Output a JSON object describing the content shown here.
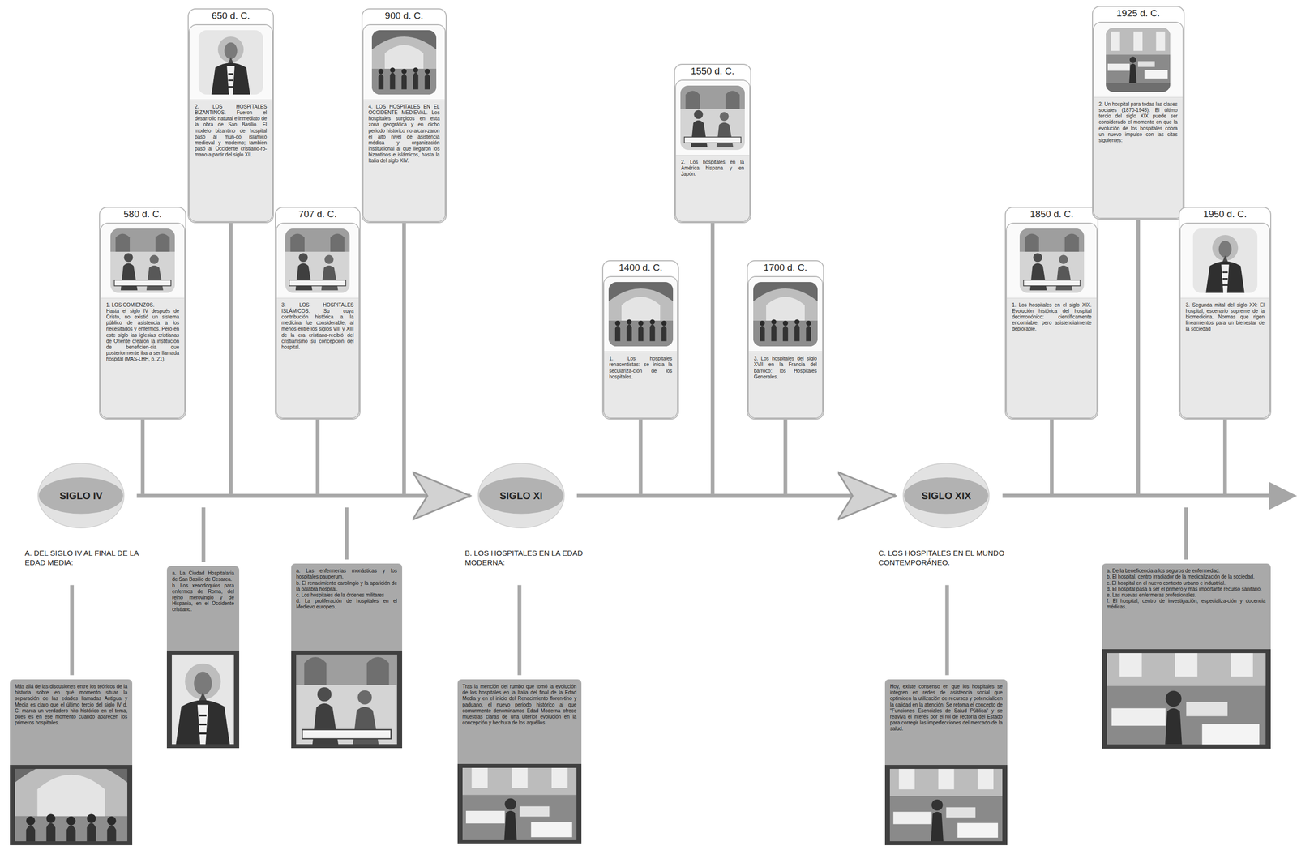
{
  "diagram": {
    "nodes": [
      {
        "text": [
          "580 d. C.",
          "1. LOS COMIENZOS.",
          "Hasta el siglo IV después de Cristo, no existió un sistema público de asistencia a los necesitados y enfermos. Pero en este siglo las iglesias cristianas de Oriente crearon la institución de beneficien-cia que posteriormente iba a ser llamada hospital (MAS-LHH, p. 21)."
        ]
      },
      {
        "text": [
          "650 d. C.",
          "2. LOS HOSPITALES BIZANTINOS. Fueron el desarrollo natural e inmediato de la obra de San Basilio. El modelo bizantino de hospital pasó al mun-do islámico medieval y moderno; también pasó al Occidente cristiano-ro-mano a partir del siglo XII."
        ]
      },
      {
        "text": [
          "707 d. C.",
          "3. LOS HOSPITALES ISLÁMICOS. Su cuya contribución histórica a la medicina fue considerable, al menos entre los siglos VIII y XIII de la era cristiana-recibió del cristianismo su concepción del hospital."
        ]
      },
      {
        "text": [
          "900 d. C.",
          "4. LOS HOSPITALES EN EL OCCIDENTE MEDIEVAL. Los hospitales surgidos en esta zona geográfica y en dicho periodo histórico no alcan-zaron el alto nivel de asistencia médica y organización institucional al que llegaron los bizantinos e islámicos, hasta la Italia del siglo XIV."
        ]
      },
      {
        "text": [
          "1400 d. C.",
          "1. Los hospitales renacentistas: se inicia la seculariza-ción de los hospitales."
        ]
      },
      {
        "text": [
          "1550 d. C.",
          "2. Los hospitales en la América hispana y en Japón."
        ]
      },
      {
        "text": [
          "1700 d. C.",
          "3. Los hospitales del siglo XVII en la Francia del barroco: los Hospitales Generales."
        ]
      },
      {
        "text": [
          "1850 d. C.",
          "1. Los hospitales en el siglo XIX. Evolución histórica del hospital decimonónico: científicamente encomiable, pero asistencialmente deplorable."
        ]
      },
      {
        "text": [
          "1925 d. C.",
          "2. Un hospital para todas las clases sociales (1870-1945). El último tercio del siglo XIX puede ser considerado el momento en que la evolución de los hospitales cobra un nuevo impulso con las citas siguientes:"
        ]
      },
      {
        "text": [
          "1950 d. C.",
          "3. Segunda mital del siglo XX: El hospital, escenario supreme de la biomedicina. Normas que rigen lineamientos para un bienestar de la sociedad"
        ]
      },
      {
        "text": [
          "SIGLO IV"
        ]
      },
      {
        "text": [
          "SIGLO XI"
        ]
      },
      {
        "text": [
          "SIGLO XIX"
        ]
      },
      {
        "text": [
          "Más allá de las discusiones entre los teóricos de la historia sobre en qué momento situar la separación de las edades llamadas Antigua y Media es claro que el último tercio del siglo IV d. C. marca un verdadero hito histórico en el tema, pues es en ese momento cuando aparecen los primeros hospitales."
        ]
      },
      {
        "text": [
          "a. La Ciudad Hospitalaria de San Basilio de Cesarea.",
          "b. Los xenodoquios para enfermos de Roma, del reino merovingio y de Hispania, en el Occidente cristiano."
        ]
      },
      {
        "text": [
          "a. Las enfermerías monásticas y los hospitales pauperum.",
          "b. El renacimiento carolingio y la aparición de la palabra hospital.",
          "c. Los hospitales de la órdenes militares",
          "d. La proliferación de hospitales en el Medievo europeo."
        ]
      },
      {
        "text": [
          "Tras la mención del rumbo que tomó la evolución de los hospitales en la Italia del final de la Edad Media y en el inicio del Renacimiento floren-tino y paduano, el nuevo periodo histórico al que comunmente denominamos Edad Moderna ofrece muestras claras de una ulterior evolución en la concepción y hechura de los aquéllos."
        ]
      },
      {
        "text": [
          "Hoy, existe consenso en que los hospitales se integren en redes de asistencia social que optimicen la utilización de recursos y potencialicen la calidad en la atención. Se retoma el concepto de \"Funciones Esenciales de Salud Pública\" y se reaviva el interés por el rol de rectoría del Estado para corregir las imperfecciones del mercado de la salud."
        ]
      },
      {
        "text": [
          "a. De la beneficencia a los seguros de enfermedad.",
          "b. El hospital, centro irradiador de la medicalización de la sociedad.",
          "c. El hospital en el nuevo contexto urbano e industrial.",
          "d. El hospital pasa a ser el primero y más importante recurso sanitario.",
          "e. Las nuevas enfermeras profesionales.",
          "f. El hospital, centro de investigación, especializa-ción y docencia médicas."
        ]
      }
    ],
    "edges": [
      {
        "from": 10,
        "to": 11,
        "arrow": "to"
      },
      {
        "from": 11,
        "to": 12,
        "arrow": "to"
      }
    ],
    "labels": [
      "A. DEL SIGLO IV AL FINAL DE LA EDAD MEDIA:",
      "B. LOS HOSPITALES EN LA EDAD MODERNA:",
      "C. LOS HOSPITALES EN EL MUNDO CONTEMPORÁNEO."
    ]
  }
}
